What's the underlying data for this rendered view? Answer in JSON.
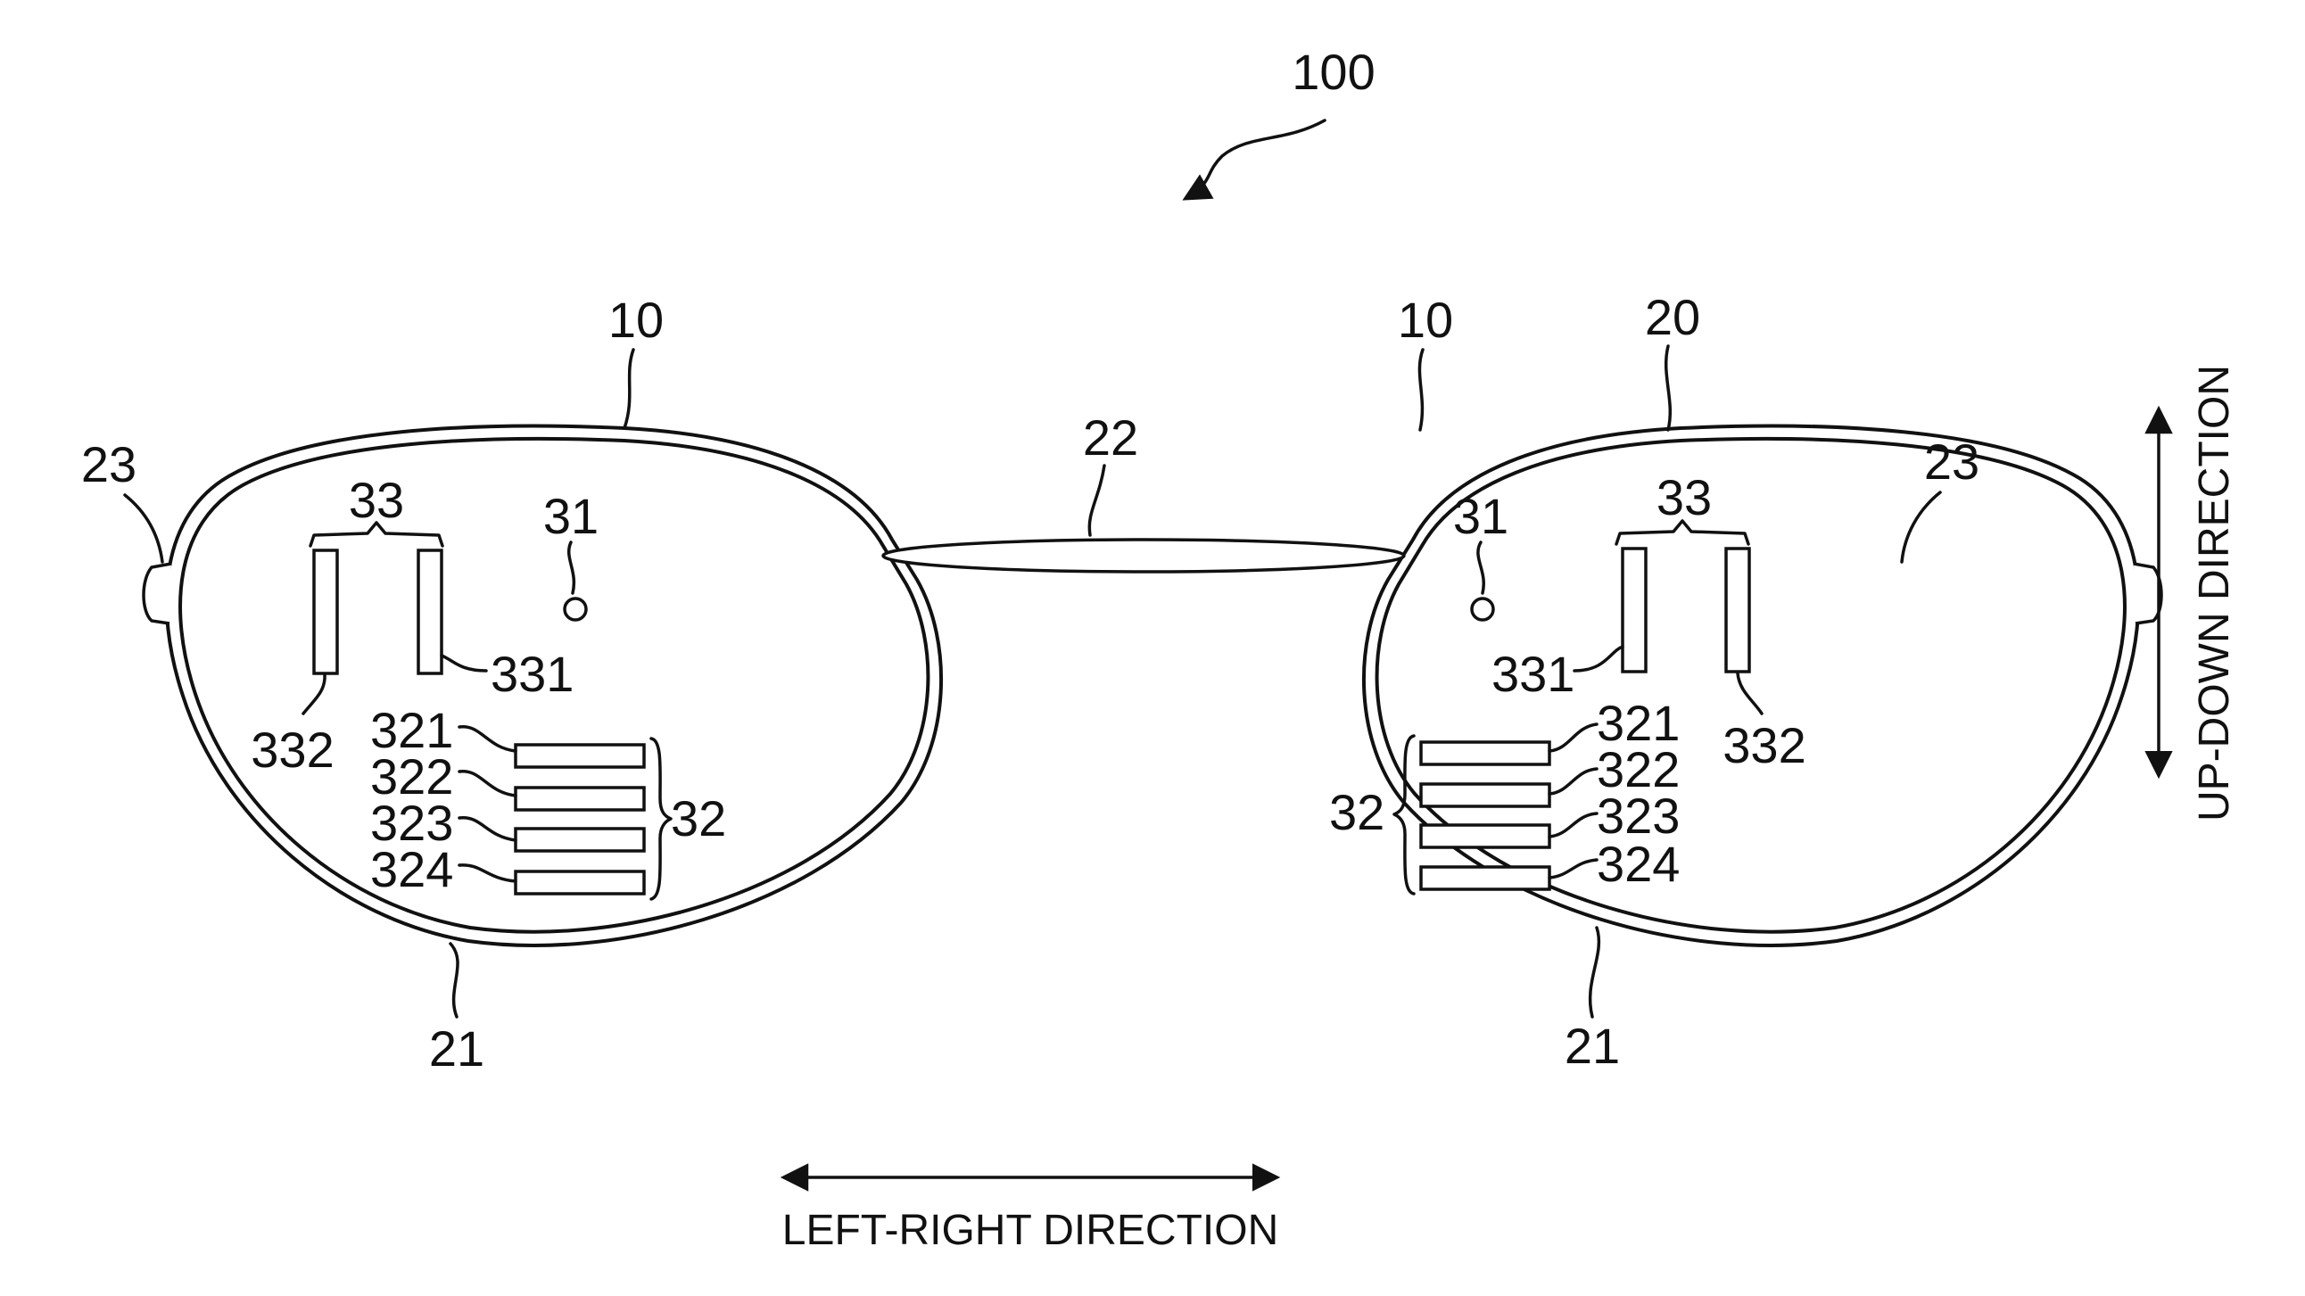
{
  "figure": {
    "labels": {
      "device": "100",
      "lens_left": "10",
      "lens_right": "10",
      "frame": "20",
      "rim_left": "21",
      "rim_right": "21",
      "bridge": "22",
      "hinge_left": "23",
      "hinge_right": "23",
      "light_source_left": "31",
      "light_source_right": "31",
      "group_32_left": "32",
      "group_32_right": "32",
      "group_33_left": "33",
      "group_33_right": "33",
      "el_321_left": "321",
      "el_322_left": "322",
      "el_323_left": "323",
      "el_324_left": "324",
      "el_321_right": "321",
      "el_322_right": "322",
      "el_323_right": "323",
      "el_324_right": "324",
      "el_331_left": "331",
      "el_332_left": "332",
      "el_331_right": "331",
      "el_332_right": "332"
    },
    "directions": {
      "left_right": "LEFT-RIGHT DIRECTION",
      "up_down": "UP-DOWN DIRECTION"
    }
  }
}
